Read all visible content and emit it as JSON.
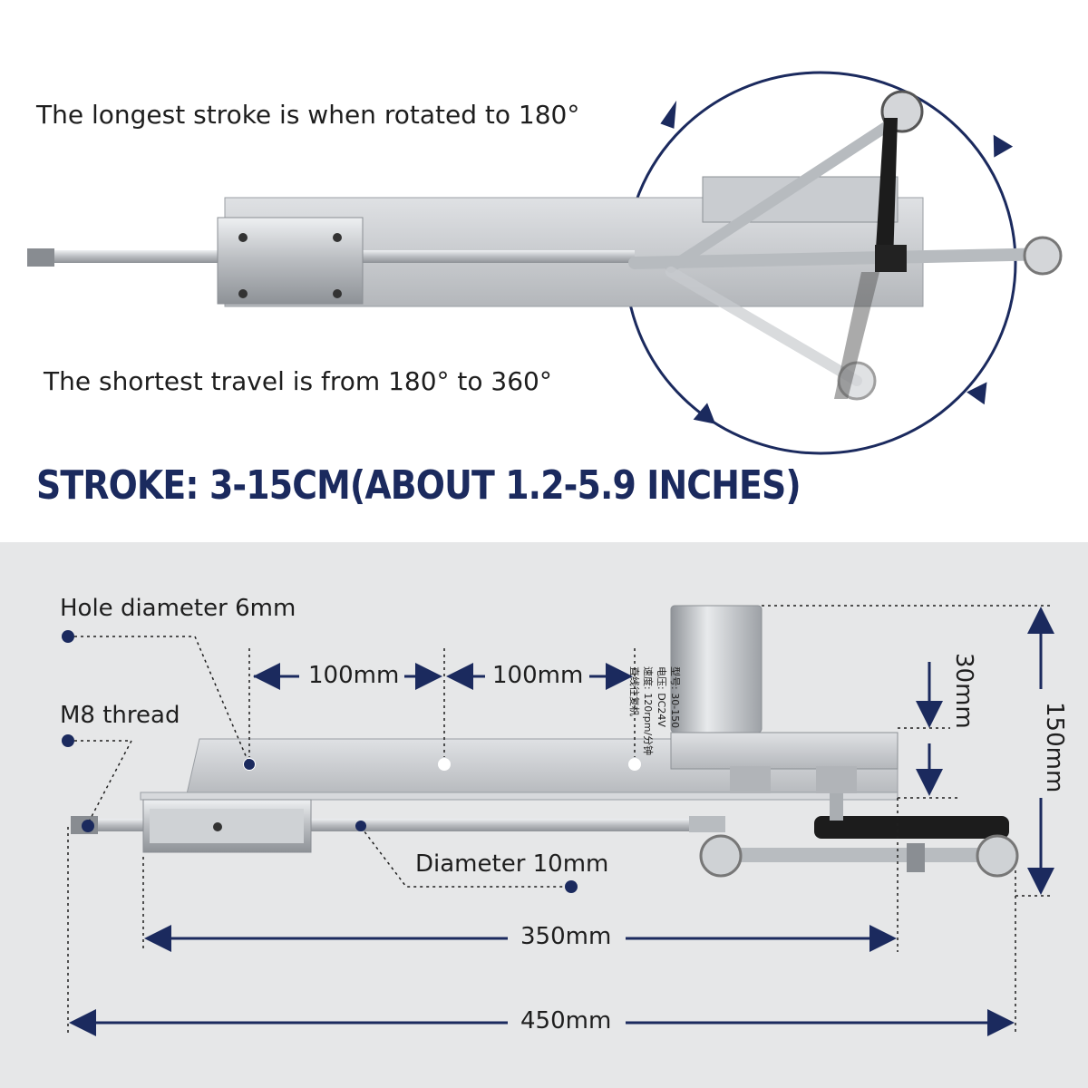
{
  "captions": {
    "longest": "The longest stroke is when rotated to 180°",
    "shortest": "The shortest travel is from 180° to 360°"
  },
  "headline": "STROKE: 3-15CM(ABOUT 1.2-5.9 INCHES)",
  "callouts": {
    "hole": "Hole diameter 6mm",
    "thread": "M8 thread",
    "rod": "Diameter 10mm"
  },
  "dimensions": {
    "gap1": "100mm",
    "gap2": "100mm",
    "motor_height": "30mm",
    "total_height": "150mm",
    "body_length": "350mm",
    "total_length": "450mm"
  },
  "motor_label": {
    "line1": "型号: 30-150",
    "line2": "电压: DC24V",
    "line3": "速度: 120rpm/分钟",
    "line4": "直线往复机"
  },
  "colors": {
    "navy": "#1b2a5e",
    "metal": "#c8cacd",
    "panel": "#e6e7e8"
  }
}
